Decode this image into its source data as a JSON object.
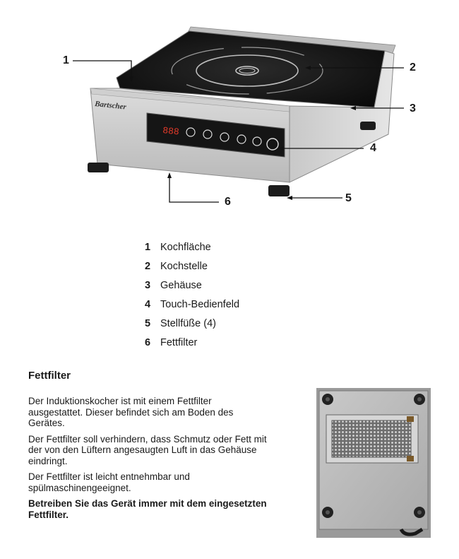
{
  "callouts": [
    "1",
    "2",
    "3",
    "4",
    "5",
    "6"
  ],
  "figure": {
    "brand_label": "Bartscher",
    "display_digits": "888"
  },
  "legend": [
    {
      "num": "1",
      "label": "Kochfläche"
    },
    {
      "num": "2",
      "label": "Kochstelle"
    },
    {
      "num": "3",
      "label": "Gehäuse"
    },
    {
      "num": "4",
      "label": "Touch-Bedienfeld"
    },
    {
      "num": "5",
      "label": "Stellfüße (4)"
    },
    {
      "num": "6",
      "label": "Fettfilter"
    }
  ],
  "section": {
    "title": "Fettfilter",
    "paragraphs": [
      "Der Induktionskocher ist mit einem Fettfilter ausgestattet. Dieser befindet sich am Boden des Gerätes.",
      "Der Fettfilter soll verhindern, dass Schmutz oder Fett mit der von den Lüftern angesaugten Luft in das Gehäuse eindringt.",
      "Der Fettfilter ist leicht entnehmbar und spülmaschinengeeignet."
    ],
    "warning": "Betreiben Sie das Gerät immer mit dem eingesetzten Fettfilter."
  }
}
